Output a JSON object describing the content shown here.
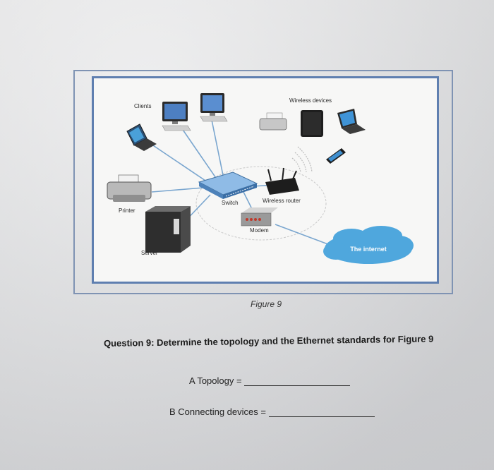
{
  "diagram": {
    "labels": {
      "clients": "Clients",
      "wireless_devices": "Wireless devices",
      "printer": "Printer",
      "server": "Server",
      "switch": "Switch",
      "wireless_router": "Wireless router",
      "modem": "Modem",
      "internet": "The internet"
    },
    "nodes": [
      "laptop",
      "desktop",
      "desktop",
      "printer",
      "server",
      "switch",
      "printer",
      "tablet",
      "laptop",
      "smartphone",
      "wireless-router",
      "modem",
      "internet-cloud"
    ],
    "edges": [
      [
        "switch",
        "laptop"
      ],
      [
        "switch",
        "desktop"
      ],
      [
        "switch",
        "desktop"
      ],
      [
        "switch",
        "printer"
      ],
      [
        "switch",
        "server"
      ],
      [
        "switch",
        "modem"
      ],
      [
        "switch",
        "wireless-router"
      ],
      [
        "modem",
        "internet-cloud"
      ]
    ],
    "colors": {
      "cloud": "#4fa7dd",
      "switch": "#6b9ed6",
      "frame": "#5f7fb0"
    }
  },
  "caption": "Figure 9",
  "question": {
    "text": "Question 9: Determine the topology and the Ethernet standards for Figure 9",
    "a_label": "A Topology =",
    "b_label": "B Connecting devices ="
  }
}
